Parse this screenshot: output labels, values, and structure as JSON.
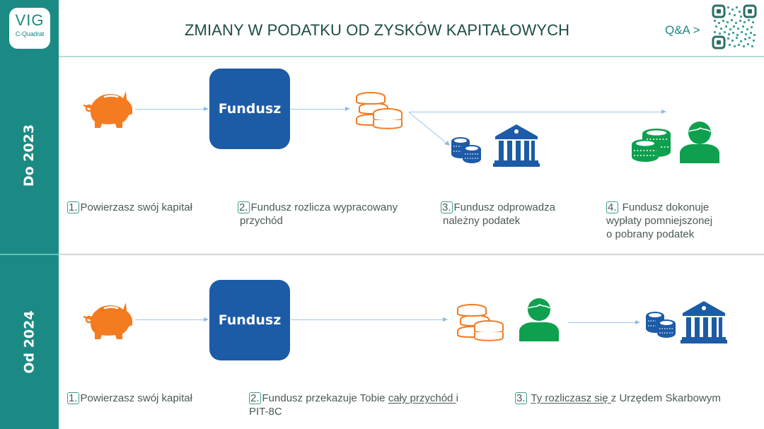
{
  "header": {
    "logo_main": "VIG",
    "logo_sub": "C-Quadrat",
    "title": "ZMIANY W PODATKU OD ZYSKÓW KAPITAŁOWYCH",
    "qa_label": "Q&A >",
    "qr_icon": "qr-code-icon"
  },
  "colors": {
    "teal": "#1b8a84",
    "fund_blue": "#1c5ba6",
    "orange": "#f47b20",
    "green": "#0ea04e",
    "arrow": "#9dc6ea",
    "title": "#1d4e44"
  },
  "sections": [
    {
      "label": "Do 2023",
      "fund_label": "Fundusz",
      "icons": [
        "piggy-bank-icon",
        "coins-orange-icon",
        "coins-blue-icon",
        "bank-icon",
        "coins-green-icon",
        "person-icon"
      ],
      "steps": [
        {
          "num": "1.",
          "text": "Powierzasz swój kapitał"
        },
        {
          "num": "2.",
          "text": "Fundusz rozlicza wypracowany",
          "text2": "przychód"
        },
        {
          "num": "3.",
          "text": "Fundusz odprowadza",
          "text2": "należny podatek"
        },
        {
          "num": "4.",
          "text": " Fundusz dokonuje",
          "text2": "wypłaty pomniejszonej",
          "text3": "o pobrany podatek"
        }
      ]
    },
    {
      "label": "Od 2024",
      "fund_label": "Fundusz",
      "icons": [
        "piggy-bank-icon",
        "coins-orange-icon",
        "person-icon",
        "coins-blue-icon",
        "bank-icon"
      ],
      "steps": [
        {
          "num": "1.",
          "text": "Powierzasz swój kapitał"
        },
        {
          "num": "2.",
          "text_pre": "Fundusz przekazuje Tobie ",
          "text_u": "cały przychód ",
          "text_post": "i",
          "text2": "PIT-8C"
        },
        {
          "num": "3.",
          "text_u": "Ty rozliczasz się ",
          "text_post": "z Urzędem Skarbowym"
        }
      ]
    }
  ]
}
